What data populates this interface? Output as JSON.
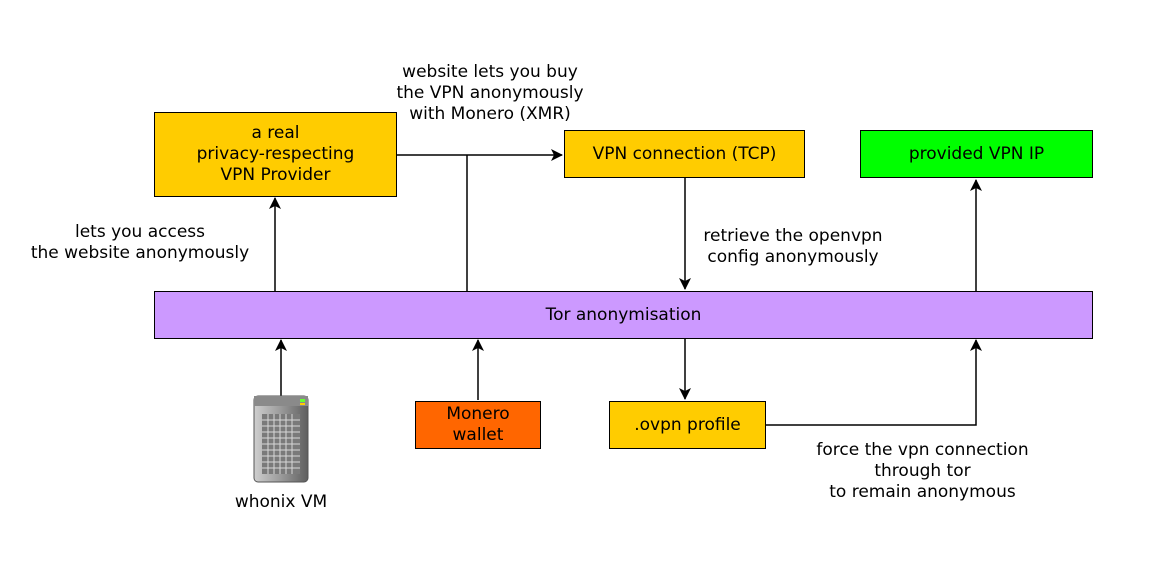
{
  "nodes": {
    "vpn_provider": "a real\nprivacy-respecting\nVPN Provider",
    "vpn_connection": "VPN connection (TCP)",
    "provided_ip": "provided VPN IP",
    "tor": "Tor anonymisation",
    "monero_wallet": "Monero\nwallet",
    "ovpn_profile": ".ovpn profile",
    "whonix_vm": "whonix VM"
  },
  "edge_labels": {
    "buy_anonymously": "website lets you buy\nthe VPN anonymously\nwith Monero (XMR)",
    "access_anonymously": "lets you access\nthe website anonymously",
    "retrieve_config": "retrieve the openvpn\nconfig anonymously",
    "force_through_tor": "force the vpn connection\nthrough tor\nto remain anonymous"
  },
  "colors": {
    "provider": "#ffcc00",
    "connection": "#ffcc00",
    "provided_ip": "#00ff00",
    "tor": "#cc99ff",
    "wallet": "#ff6600",
    "profile": "#ffcc00",
    "line": "#000000"
  },
  "icons": {
    "vm": "server-tower-icon"
  }
}
